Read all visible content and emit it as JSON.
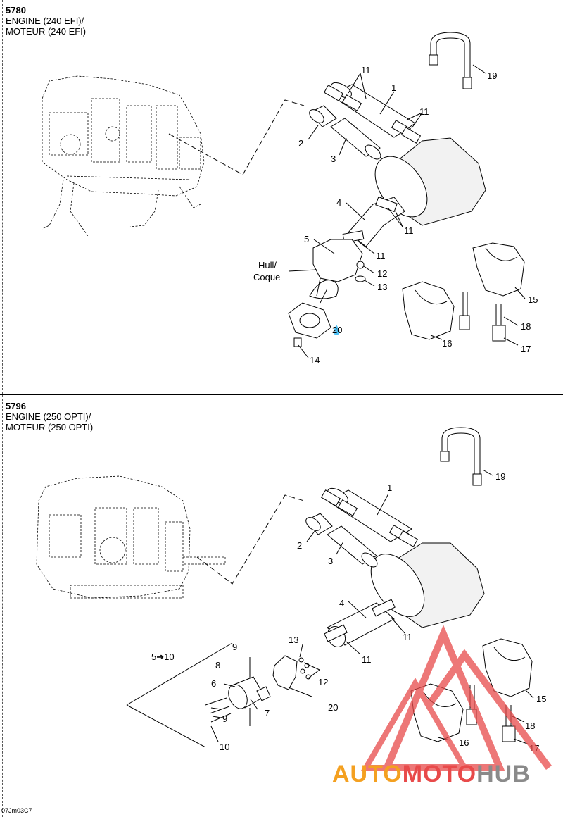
{
  "sections": [
    {
      "code": "5780",
      "title_line1": "ENGINE (240 EFI)/",
      "title_line2": "MOTEUR (240 EFI)",
      "callouts": {
        "n1": "1",
        "n2": "2",
        "n3": "3",
        "n4": "4",
        "n5": "5",
        "n11a": "11",
        "n11b": "11",
        "n11c": "11",
        "n11d": "11",
        "n12": "12",
        "n13": "13",
        "n14": "14",
        "n15": "15",
        "n16": "16",
        "n17": "17",
        "n18": "18",
        "n19": "19",
        "n20": "20"
      },
      "hull_line1": "Hull/",
      "hull_line2": "Coque"
    },
    {
      "code": "5796",
      "title_line1": "ENGINE (250 OPTI)/",
      "title_line2": "MOTEUR (250 OPTI)",
      "callouts": {
        "n1": "1",
        "n2": "2",
        "n3": "3",
        "n4": "4",
        "n6": "6",
        "n7": "7",
        "n8": "8",
        "n9a": "9",
        "n9b": "9",
        "n10": "10",
        "n11a": "11",
        "n11b": "11",
        "n12": "12",
        "n13": "13",
        "n15": "15",
        "n16": "16",
        "n17": "17",
        "n18": "18",
        "n19": "19",
        "n20": "20"
      },
      "range_label": "5➔10"
    }
  ],
  "watermark": {
    "part1": "AUTO",
    "part2": "MOTO",
    "part3": "HUB",
    "colors": {
      "part1": "#f4a020",
      "part2": "#e84a4a",
      "part3": "#8a8a8a",
      "logo": "#e84a4a"
    }
  },
  "footer_code": "07Jm03C7"
}
